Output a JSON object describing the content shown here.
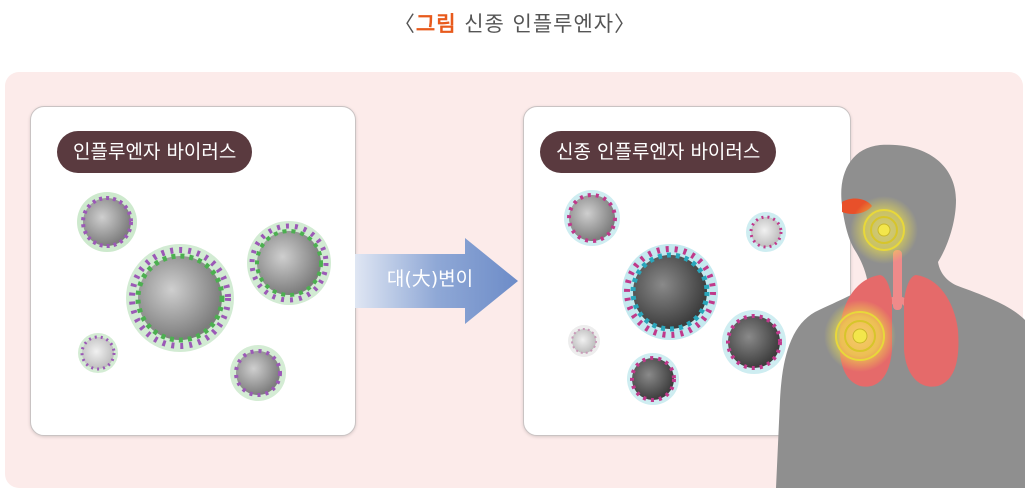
{
  "title": {
    "open": "〈",
    "accent": "그림",
    "rest": " 신종 인플루엔자",
    "close": "〉"
  },
  "left_panel": {
    "label": "인플루엔자 바이러스"
  },
  "right_panel": {
    "label": "신종 인플루엔자 바이러스"
  },
  "arrow": {
    "label": "대(大)변이"
  },
  "colors": {
    "accent": "#e85a1c",
    "background_panel": "#fcebea",
    "label_pill": "#5a3a3f",
    "arrow": "#7b9ad0",
    "human_silhouette": "#8f8f8f",
    "lungs": "#e56a6a"
  }
}
